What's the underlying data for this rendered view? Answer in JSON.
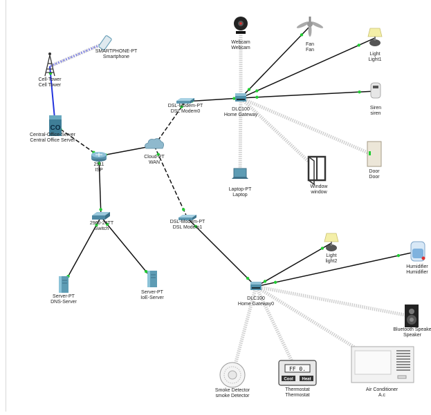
{
  "diagram": {
    "devices": [
      {
        "id": "smartphone",
        "type": "SMARTPHONE-PT",
        "name": "Smartphone",
        "icon": "smartphone-icon"
      },
      {
        "id": "celltower",
        "type": "Cell-Tower",
        "name": "Cell Tower",
        "icon": "cell-tower-icon"
      },
      {
        "id": "cos",
        "type": "Central-Office-Server",
        "name": "Central Office Server",
        "icon": "central-office-server-icon"
      },
      {
        "id": "isp",
        "type": "2911",
        "name": "ISP",
        "icon": "router-icon"
      },
      {
        "id": "wan",
        "type": "Cloud-PT",
        "name": "WAN",
        "icon": "cloud-icon"
      },
      {
        "id": "modem0",
        "type": "DSL-Modem-PT",
        "name": "DSL Modem0",
        "icon": "dsl-modem-icon"
      },
      {
        "id": "modem1",
        "type": "DSL-Modem-PT",
        "name": "DSL Modem1",
        "icon": "dsl-modem-icon"
      },
      {
        "id": "switch",
        "type": "2960-24TT",
        "name": "Switch",
        "icon": "switch-icon"
      },
      {
        "id": "dns",
        "type": "Server-PT",
        "name": "DNS-Server",
        "icon": "server-icon"
      },
      {
        "id": "ioe",
        "type": "Server-PT",
        "name": "IoE-Server",
        "icon": "server-icon"
      },
      {
        "id": "hg",
        "type": "DLC100",
        "name": "Home Gateway",
        "icon": "home-gateway-icon"
      },
      {
        "id": "hg0",
        "type": "DLC100",
        "name": "Home Gateway0",
        "icon": "home-gateway-icon"
      },
      {
        "id": "webcam",
        "type": "Webcam",
        "name": "Webcam",
        "icon": "webcam-icon"
      },
      {
        "id": "fan",
        "type": "Fan",
        "name": "Fan",
        "icon": "ceiling-fan-icon"
      },
      {
        "id": "light1",
        "type": "Light",
        "name": "Light1",
        "icon": "light-icon"
      },
      {
        "id": "siren",
        "type": "Siren",
        "name": "siren",
        "icon": "siren-icon"
      },
      {
        "id": "door",
        "type": "Door",
        "name": "Door",
        "icon": "door-icon"
      },
      {
        "id": "window",
        "type": "Window",
        "name": "window",
        "icon": "window-icon"
      },
      {
        "id": "laptop",
        "type": "Laptop-PT",
        "name": "Laptop",
        "icon": "laptop-icon"
      },
      {
        "id": "light2",
        "type": "Light",
        "name": "light2",
        "icon": "light-icon"
      },
      {
        "id": "humidifier",
        "type": "Humidifier",
        "name": "Humidifier",
        "icon": "humidifier-icon"
      },
      {
        "id": "speaker",
        "type": "Bluetooth Speake",
        "name": "Speaker",
        "icon": "speaker-icon"
      },
      {
        "id": "ac",
        "type": "Air Conditioner",
        "name": "A.c",
        "icon": "air-conditioner-icon"
      },
      {
        "id": "thermostat",
        "type": "Thermostat",
        "name": "Thermostat",
        "icon": "thermostat-icon"
      },
      {
        "id": "smoke",
        "type": "Smoke Detector",
        "name": "smoke Detector",
        "icon": "smoke-detector-icon"
      }
    ],
    "thermostat_display": "FF 0.",
    "thermostat_buttons": [
      "Cool",
      "Heat"
    ],
    "links": [
      {
        "from": "smartphone",
        "to": "celltower",
        "kind": "wireless"
      },
      {
        "from": "celltower",
        "to": "cos",
        "kind": "coax"
      },
      {
        "from": "cos",
        "to": "isp",
        "kind": "ethernet-dashed"
      },
      {
        "from": "isp",
        "to": "wan",
        "kind": "ethernet"
      },
      {
        "from": "isp",
        "to": "switch",
        "kind": "ethernet"
      },
      {
        "from": "switch",
        "to": "dns",
        "kind": "ethernet"
      },
      {
        "from": "switch",
        "to": "ioe",
        "kind": "ethernet"
      },
      {
        "from": "wan",
        "to": "modem0",
        "kind": "phone-dashed"
      },
      {
        "from": "wan",
        "to": "modem1",
        "kind": "phone-dashed"
      },
      {
        "from": "modem0",
        "to": "hg",
        "kind": "ethernet"
      },
      {
        "from": "modem1",
        "to": "hg0",
        "kind": "ethernet"
      },
      {
        "from": "hg",
        "to": "webcam",
        "kind": "wireless"
      },
      {
        "from": "hg",
        "to": "fan",
        "kind": "ethernet"
      },
      {
        "from": "hg",
        "to": "light1",
        "kind": "ethernet"
      },
      {
        "from": "hg",
        "to": "siren",
        "kind": "ethernet"
      },
      {
        "from": "hg",
        "to": "door",
        "kind": "wireless"
      },
      {
        "from": "hg",
        "to": "window",
        "kind": "wireless"
      },
      {
        "from": "hg",
        "to": "laptop",
        "kind": "wireless"
      },
      {
        "from": "hg0",
        "to": "light2",
        "kind": "ethernet"
      },
      {
        "from": "hg0",
        "to": "humidifier",
        "kind": "ethernet"
      },
      {
        "from": "hg0",
        "to": "speaker",
        "kind": "wireless"
      },
      {
        "from": "hg0",
        "to": "ac",
        "kind": "wireless"
      },
      {
        "from": "hg0",
        "to": "thermostat",
        "kind": "wireless"
      },
      {
        "from": "hg0",
        "to": "smoke",
        "kind": "wireless"
      }
    ]
  }
}
